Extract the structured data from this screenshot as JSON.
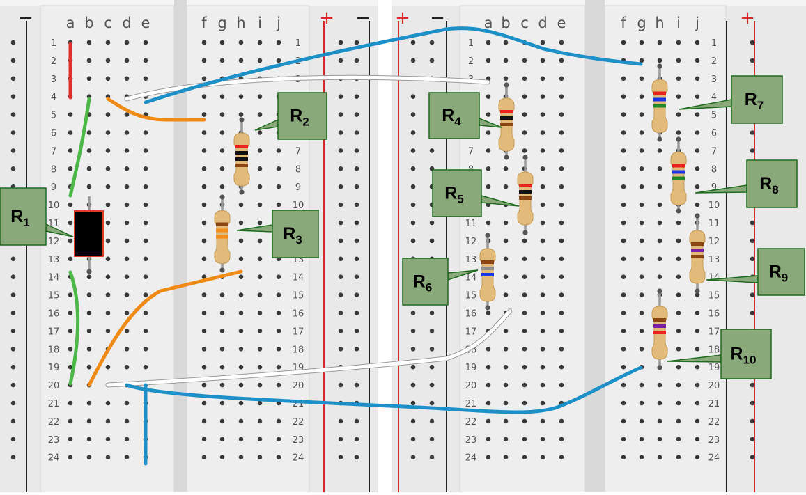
{
  "boards": [
    {
      "id": "left",
      "rail_signs": [
        "−",
        "+",
        "−"
      ],
      "columns_left": [
        "a",
        "b",
        "c",
        "d",
        "e"
      ],
      "columns_right": [
        "f",
        "g",
        "h",
        "i",
        "j"
      ],
      "rows": [
        "1",
        "2",
        "3",
        "4",
        "5",
        "6",
        "7",
        "8",
        "9",
        "10",
        "11",
        "12",
        "13",
        "14",
        "15",
        "16",
        "17",
        "18",
        "19",
        "20",
        "21",
        "22",
        "23",
        "24"
      ]
    },
    {
      "id": "right",
      "rail_signs": [
        "+",
        "−",
        "+"
      ],
      "columns_left": [
        "a",
        "b",
        "c",
        "d",
        "e"
      ],
      "columns_right": [
        "f",
        "g",
        "h",
        "i",
        "j"
      ],
      "rows": [
        "1",
        "2",
        "3",
        "4",
        "5",
        "6",
        "7",
        "8",
        "9",
        "10",
        "11",
        "12",
        "13",
        "14",
        "15",
        "16",
        "17",
        "18",
        "19",
        "20",
        "21",
        "22",
        "23",
        "24"
      ]
    }
  ],
  "labels": [
    {
      "main": "R",
      "sub": "1"
    },
    {
      "main": "R",
      "sub": "2"
    },
    {
      "main": "R",
      "sub": "3"
    },
    {
      "main": "R",
      "sub": "4"
    },
    {
      "main": "R",
      "sub": "5"
    },
    {
      "main": "R",
      "sub": "6"
    },
    {
      "main": "R",
      "sub": "7"
    },
    {
      "main": "R",
      "sub": "8"
    },
    {
      "main": "R",
      "sub": "9"
    },
    {
      "main": "R",
      "sub": "10"
    }
  ],
  "colors": {
    "board": "#e9e9e9",
    "board_dark": "#d9d9d9",
    "hole": "#3a3a3a",
    "rail_red": "#d62b2b",
    "rail_black": "#222222",
    "callout_fill": "#8aa97a",
    "callout_stroke": "#1f6b1f",
    "resistor_body": "#e2bb7a",
    "wire_blue": "#1e90c8",
    "wire_green": "#4cb847",
    "wire_orange": "#ef8a15",
    "wire_red": "#e0302a",
    "wire_white": "#ffffff",
    "ic_body": "#000000",
    "ic_border": "#e03a2a"
  }
}
